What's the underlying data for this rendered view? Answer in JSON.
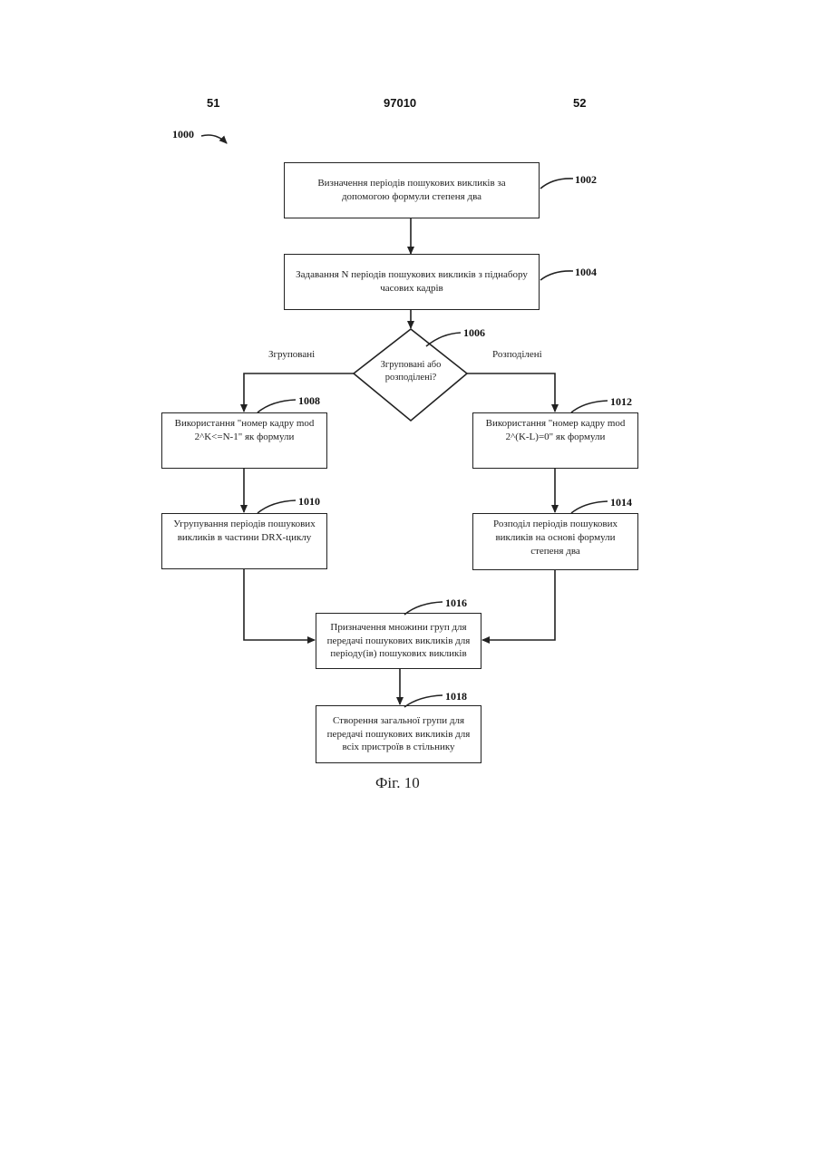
{
  "header": {
    "left_page": "51",
    "doc_number": "97010",
    "right_page": "52"
  },
  "figure": {
    "ref_main": "1000",
    "caption": "Фіг. 10",
    "steps": {
      "s1002": {
        "ref": "1002",
        "lines": [
          "Визначення періодів пошукових викликів за",
          "допомогою формули степеня два"
        ]
      },
      "s1004": {
        "ref": "1004",
        "lines": [
          "Задавання N періодів пошукових викликів з піднабору",
          "часових кадрів"
        ]
      },
      "s1006": {
        "ref": "1006",
        "lines": [
          "Згруповані або",
          "розподілені?"
        ]
      },
      "s1008": {
        "ref": "1008",
        "lines": [
          "Використання \"номер кадру mod",
          "2^K<=N-1\" як формули"
        ]
      },
      "s1010": {
        "ref": "1010",
        "lines": [
          "Угрупування періодів пошукових",
          "викликів в частини DRX-циклу"
        ]
      },
      "s1012": {
        "ref": "1012",
        "lines": [
          "Використання \"номер кадру mod",
          "2^(K-L)=0\" як формули"
        ]
      },
      "s1014": {
        "ref": "1014",
        "lines": [
          "Розподіл періодів пошукових",
          "викликів на основі формули",
          "степеня два"
        ]
      },
      "s1016": {
        "ref": "1016",
        "lines": [
          "Призначення множини груп для",
          "передачі пошукових викликів для",
          "періоду(ів) пошукових викликів"
        ]
      },
      "s1018": {
        "ref": "1018",
        "lines": [
          "Створення загальної групи для",
          "передачі пошукових викликів для",
          "всіх пристроїв в стільнику"
        ]
      }
    },
    "branches": {
      "left": "Згруповані",
      "right": "Розподілені"
    }
  }
}
